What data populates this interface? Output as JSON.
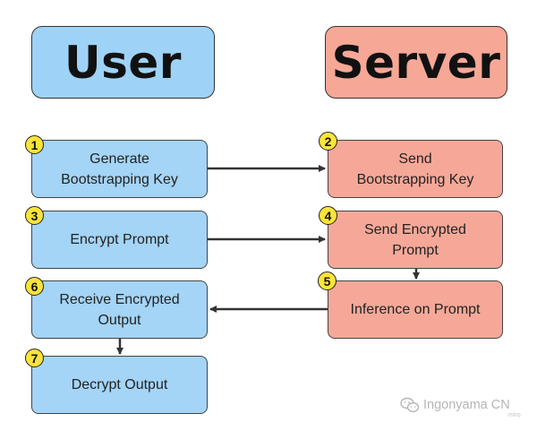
{
  "headers": {
    "user": "User",
    "server": "Server"
  },
  "steps": [
    {
      "num": "1",
      "lines": [
        "Generate",
        "Bootstrapping Key"
      ],
      "side": "user"
    },
    {
      "num": "2",
      "lines": [
        "Send",
        "Bootstrapping Key"
      ],
      "side": "server"
    },
    {
      "num": "3",
      "lines": [
        "Encrypt Prompt"
      ],
      "side": "user"
    },
    {
      "num": "4",
      "lines": [
        "Send Encrypted",
        "Prompt"
      ],
      "side": "server"
    },
    {
      "num": "5",
      "lines": [
        "Inference on Prompt"
      ],
      "side": "server"
    },
    {
      "num": "6",
      "lines": [
        "Receive Encrypted",
        "Output"
      ],
      "side": "user"
    },
    {
      "num": "7",
      "lines": [
        "Decrypt Output"
      ],
      "side": "user"
    }
  ],
  "watermark": {
    "icon": "wechat-icon",
    "text": "Ingonyama CN",
    "sub": "miro"
  },
  "colors": {
    "user": "#a4d4f6",
    "server": "#f6a898",
    "badge": "#fde43a",
    "arrow": "#333333"
  }
}
